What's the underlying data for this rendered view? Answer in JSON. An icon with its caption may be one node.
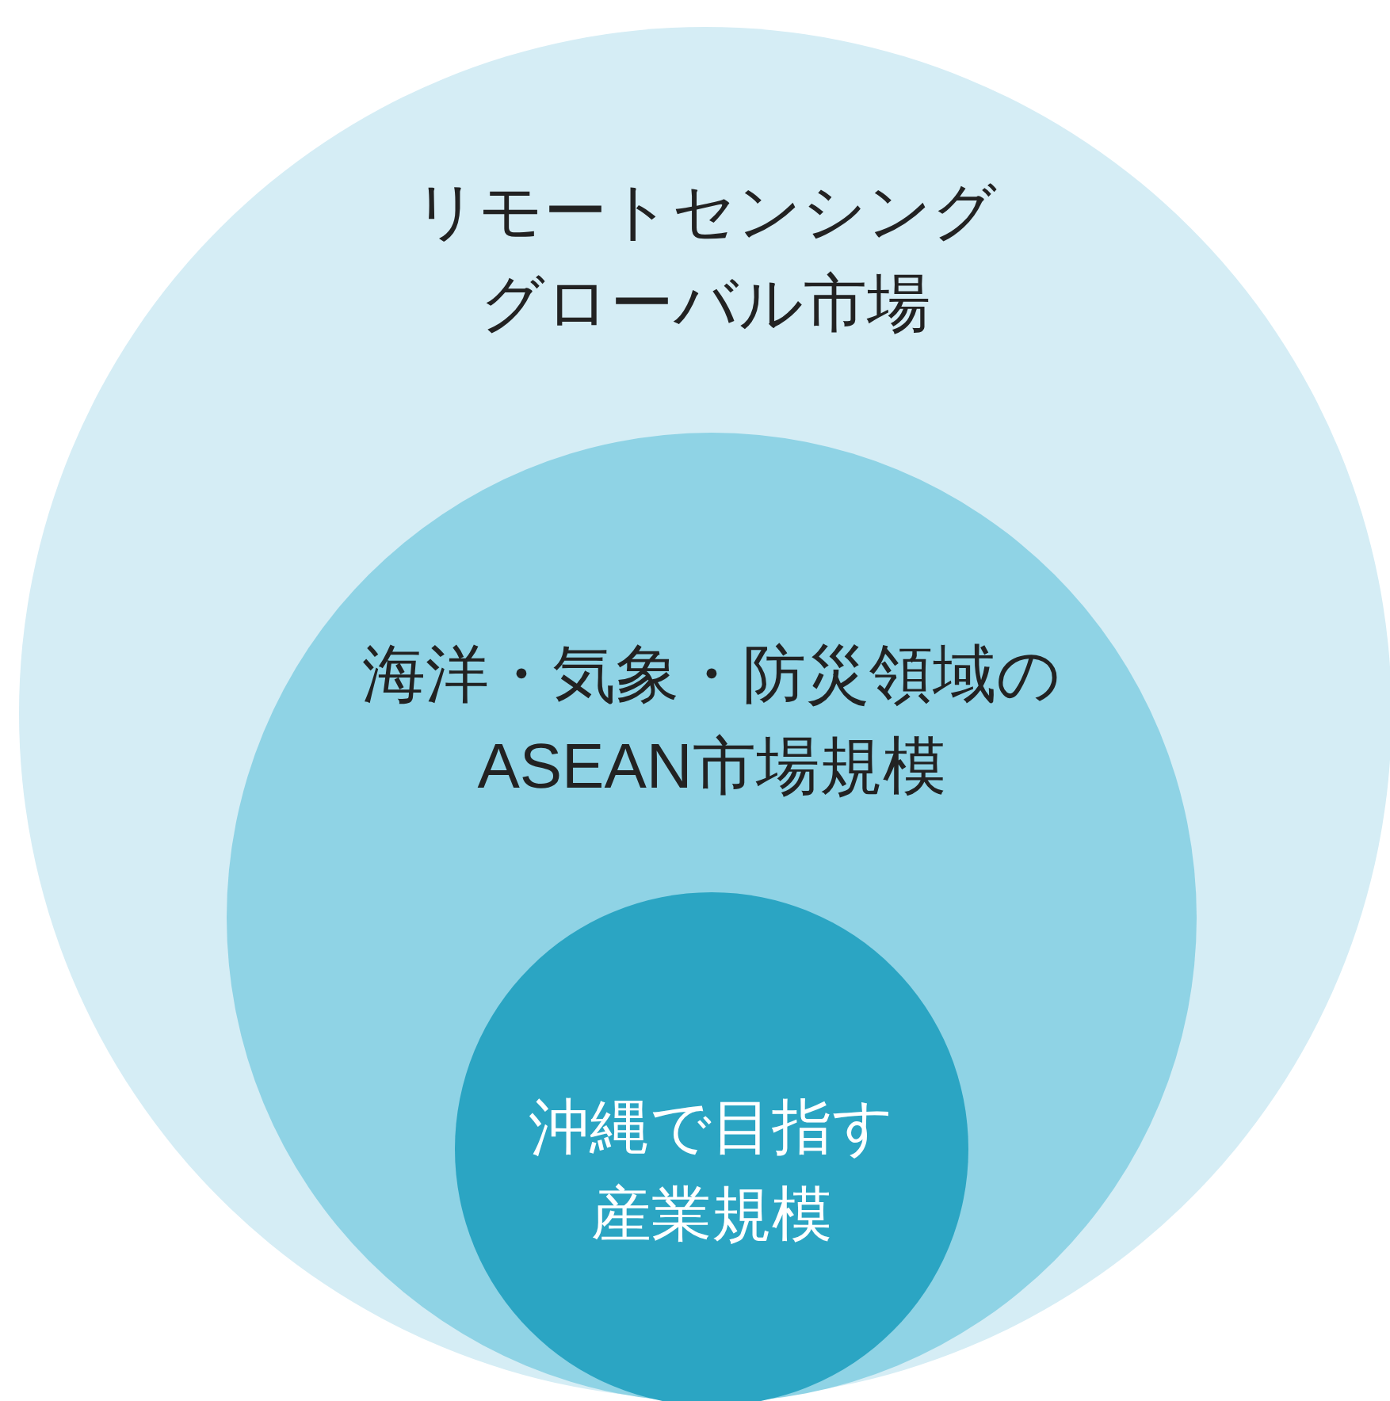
{
  "diagram": {
    "nodes": [
      {
        "text": [
          "リモートセンシンググローバル市場"
        ]
      },
      {
        "text": [
          "海洋・気象・防災領域のASEAN市場規模"
        ],
        "in": 0
      },
      {
        "text": [
          "沖縄で目指す産業規模"
        ],
        "in": 1
      }
    ]
  }
}
